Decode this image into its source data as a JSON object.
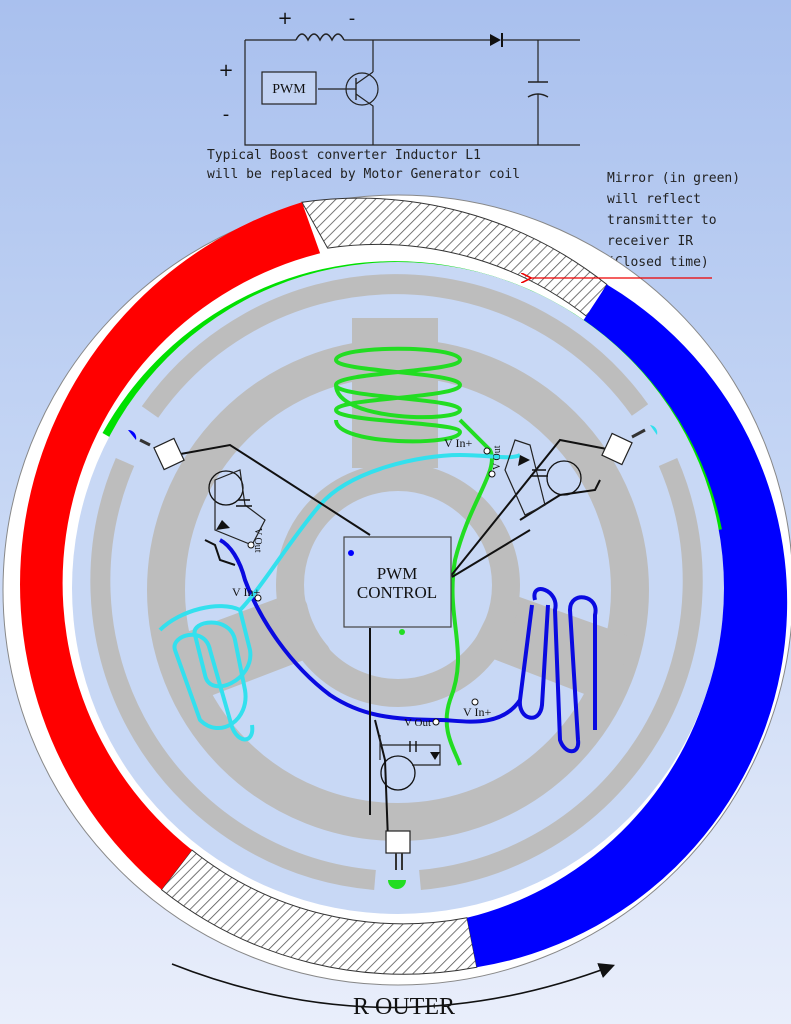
{
  "boost_converter": {
    "inductor_plus": "+",
    "inductor_minus": "-",
    "input_plus": "+",
    "input_minus": "-",
    "pwm_label": "PWM",
    "caption_line1": "Typical Boost converter Inductor L1",
    "caption_line2": "will be replaced by Motor Generator coil"
  },
  "mirror_note": {
    "line1": "Mirror (in green)",
    "line2": "will reflect",
    "line3": "transmitter to",
    "line4": "receiver IR",
    "line5": "(Closed time)"
  },
  "pwm_control": {
    "line1": "PWM",
    "line2": "CONTROL"
  },
  "terminals": {
    "vin": "V In+",
    "vout": "V Out"
  },
  "rotor_label": "R  OUTER",
  "colors": {
    "red_magnet": "#ff0000",
    "blue_magnet": "#0000ff",
    "mirror_green": "#00e000",
    "coil_green": "#22dd22",
    "coil_blue": "#0a0ae0",
    "coil_cyan": "#33e0ee",
    "stator_gray": "#bdbdbd"
  }
}
